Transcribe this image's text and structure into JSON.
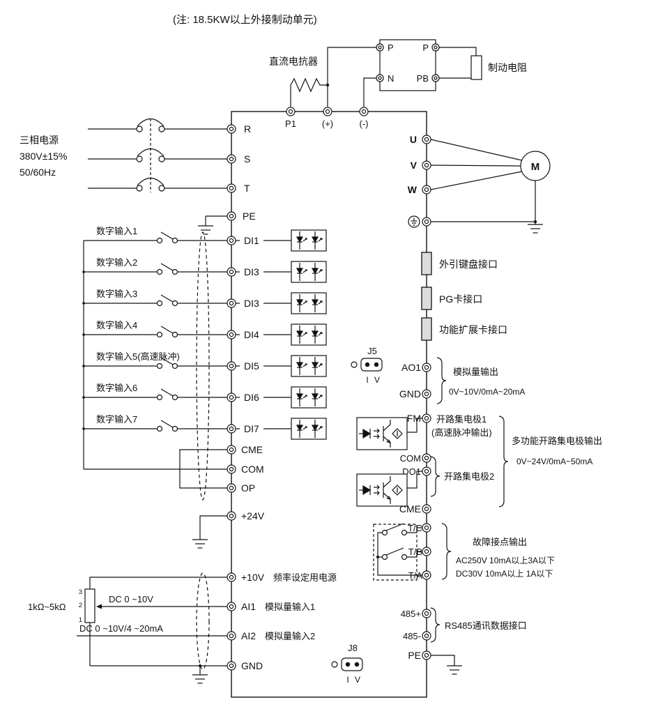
{
  "note_top": "(注: 18.5KW以上外接制动单元)",
  "reactor_label": "直流电抗器",
  "brake": {
    "resistor_label": "制动电阻",
    "p_left": "P",
    "n": "N",
    "p_right": "P",
    "pb": "PB"
  },
  "top_terminals": {
    "p1": "P1",
    "plus": "(+)",
    "minus": "(-)"
  },
  "power": {
    "l1": "三相电源",
    "l2": "380V±15%",
    "l3": "50/60Hz"
  },
  "input_terminals": {
    "r": "R",
    "s": "S",
    "t": "T",
    "pe": "PE"
  },
  "output_terminals": {
    "u": "U",
    "v": "V",
    "w": "W",
    "motor": "M"
  },
  "digital_inputs": [
    {
      "label": "数字输入1",
      "terminal": "DI1"
    },
    {
      "label": "数字输入2",
      "terminal": "DI3"
    },
    {
      "label": "数字输入3",
      "terminal": "DI3"
    },
    {
      "label": "数字输入4",
      "terminal": "DI4"
    },
    {
      "label": "数字输入5(高速脉冲)",
      "terminal": "DI5"
    },
    {
      "label": "数字输入6",
      "terminal": "DI6"
    },
    {
      "label": "数字输入7",
      "terminal": "DI7"
    }
  ],
  "common_terminals": {
    "cme": "CME",
    "com": "COM",
    "op": "OP",
    "v24": "+24V"
  },
  "interfaces": [
    "外引键盘接口",
    "PG卡接口",
    "功能扩展卡接口"
  ],
  "j5": {
    "name": "J5",
    "i": "I",
    "v": "V"
  },
  "analog_output": {
    "ao1": "AO1",
    "gnd": "GND",
    "title": "模拟量输出",
    "range": "0V~10V/0mA~20mA"
  },
  "open_collector": {
    "fm": "FM",
    "oc1": "开路集电极1",
    "oc1_note": "(高速脉冲输出)",
    "com": "COM",
    "do1": "DO1",
    "oc2": "开路集电极2",
    "cme": "CME",
    "title": "多功能开路集电极输出",
    "range": "0V~24V/0mA~50mA"
  },
  "relay_output": {
    "tc": "T/C",
    "tb": "T/B",
    "ta": "T/A",
    "title": "故障接点输出",
    "spec1": "AC250V 10mA以上3A以下",
    "spec2": "DC30V 10mA以上 1A以下"
  },
  "analog_input": {
    "v10": "+10V",
    "v10_desc": "频率设定用电源",
    "pot": "1kΩ~5kΩ",
    "pin3": "3",
    "pin2": "2",
    "pin1": "1",
    "ai1_signal": "DC 0 ~10V",
    "ai1": "AI1",
    "ai1_desc": "模拟量输入1",
    "ai2_signal": "DC 0 ~10V/4 ~20mA",
    "ai2": "AI2",
    "ai2_desc": "模拟量输入2",
    "gnd": "GND"
  },
  "rs485": {
    "plus": "485+",
    "minus": "485-",
    "label": "RS485通讯数据接口",
    "pe": "PE"
  },
  "j8": {
    "name": "J8",
    "i": "I",
    "v": "V"
  }
}
